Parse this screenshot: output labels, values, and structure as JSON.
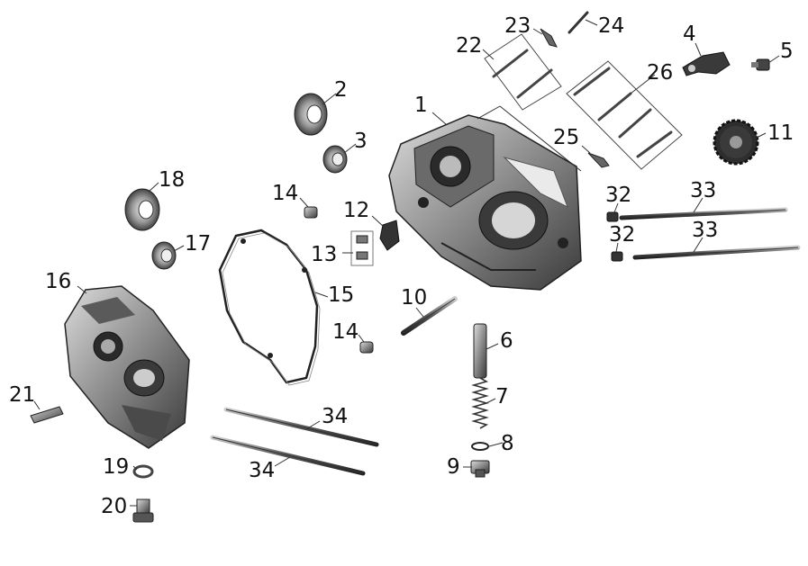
{
  "diagram": {
    "kind": "exploded-parts-diagram",
    "callouts": {
      "c1": "1",
      "c2": "2",
      "c3": "3",
      "c4": "4",
      "c5": "5",
      "c6": "6",
      "c7": "7",
      "c8": "8",
      "c9": "9",
      "c10": "10",
      "c11": "11",
      "c12": "12",
      "c13": "13",
      "c14a": "14",
      "c14b": "14",
      "c15": "15",
      "c16": "16",
      "c17": "17",
      "c18": "18",
      "c19": "19",
      "c20": "20",
      "c21": "21",
      "c22": "22",
      "c23": "23",
      "c24": "24",
      "c25": "25",
      "c26": "26",
      "c32a": "32",
      "c32b": "32",
      "c33a": "33",
      "c33b": "33",
      "c34a": "34",
      "c34b": "34"
    }
  }
}
